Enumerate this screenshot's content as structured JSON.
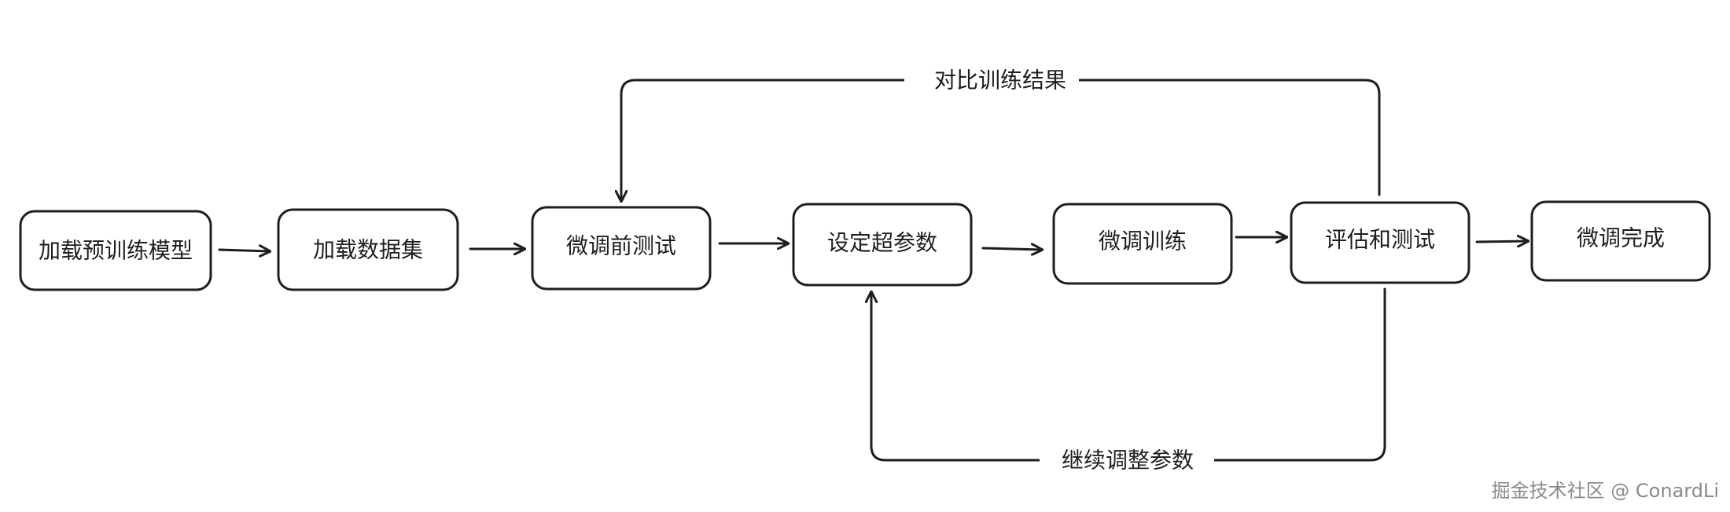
{
  "nodes": [
    {
      "id": "load-model",
      "label": "加载预训练模型"
    },
    {
      "id": "load-dataset",
      "label": "加载数据集"
    },
    {
      "id": "pre-test",
      "label": "微调前测试"
    },
    {
      "id": "set-hyperparams",
      "label": "设定超参数"
    },
    {
      "id": "fine-tune",
      "label": "微调训练"
    },
    {
      "id": "evaluate",
      "label": "评估和测试"
    },
    {
      "id": "done",
      "label": "微调完成"
    }
  ],
  "edges": [
    {
      "from": "load-model",
      "to": "load-dataset"
    },
    {
      "from": "load-dataset",
      "to": "pre-test"
    },
    {
      "from": "pre-test",
      "to": "set-hyperparams"
    },
    {
      "from": "set-hyperparams",
      "to": "fine-tune"
    },
    {
      "from": "fine-tune",
      "to": "evaluate"
    },
    {
      "from": "evaluate",
      "to": "done"
    },
    {
      "from": "evaluate",
      "to": "pre-test",
      "label": "对比训练结果"
    },
    {
      "from": "evaluate",
      "to": "set-hyperparams",
      "label": "继续调整参数"
    }
  ],
  "watermark": "掘金技术社区 @ ConardLi"
}
